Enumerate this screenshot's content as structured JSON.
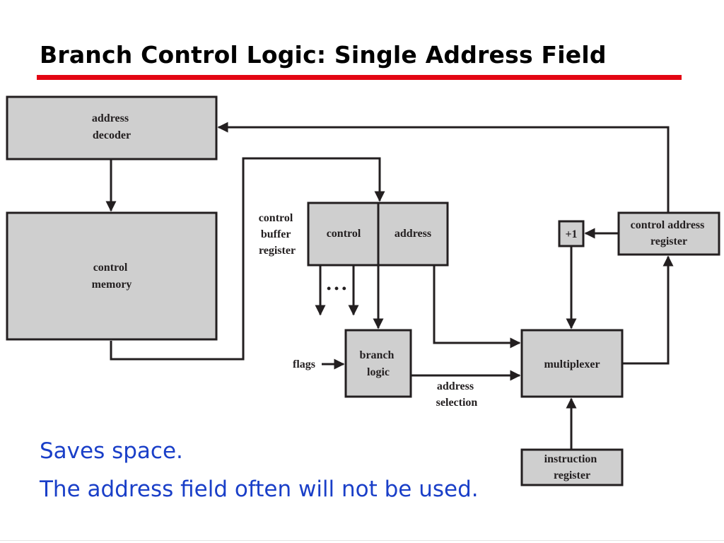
{
  "slide": {
    "title": "Branch Control Logic: Single Address Field",
    "bullets": [
      "Saves space.",
      "The address field often will not be used."
    ]
  },
  "diagram": {
    "address_decoder": [
      "address",
      "decoder"
    ],
    "control_memory": [
      "control",
      "memory"
    ],
    "control_buffer_register": [
      "control",
      "buffer",
      "register"
    ],
    "cbr_control_field": "control",
    "cbr_address_field": "address",
    "ellipsis": "• • •",
    "flags": "flags",
    "branch_logic": [
      "branch",
      "logic"
    ],
    "address_selection": [
      "address",
      "selection"
    ],
    "multiplexer": "multiplexer",
    "instruction_register": [
      "instruction",
      "register"
    ],
    "plus_one": "+1",
    "control_address_register": [
      "control address",
      "register"
    ]
  },
  "colors": {
    "title_rule": "#e30613",
    "bullet_text": "#1a3fc8",
    "box_fill": "#cfcfcf",
    "stroke": "#231f20"
  }
}
